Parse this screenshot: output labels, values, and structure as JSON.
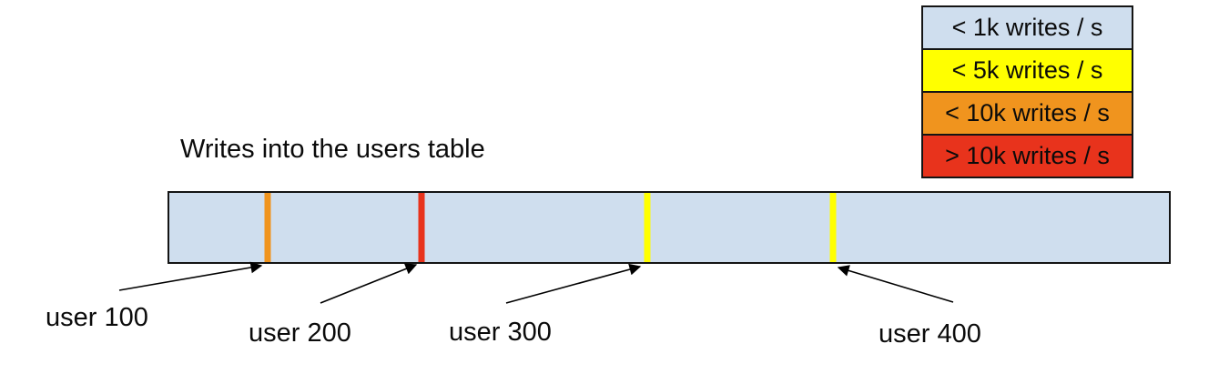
{
  "title": {
    "text": "Writes into the users table"
  },
  "legend": {
    "items": [
      {
        "label": "< 1k writes / s",
        "color": "#cfdeee"
      },
      {
        "label": "< 5k writes / s",
        "color": "#ffff00"
      },
      {
        "label": "< 10k writes / s",
        "color": "#f0941e"
      },
      {
        "label": "> 10k writes / s",
        "color": "#e8331c"
      }
    ]
  },
  "bar": {
    "fill": "#cfdeee",
    "markers": [
      {
        "user": "user 100",
        "writes_class": "< 10k writes / s",
        "color": "#f0941e",
        "position_pct": 9.8
      },
      {
        "user": "user 200",
        "writes_class": "> 10k writes / s",
        "color": "#e8331c",
        "position_pct": 25.2
      },
      {
        "user": "user 300",
        "writes_class": "< 5k writes / s",
        "color": "#ffff00",
        "position_pct": 47.8
      },
      {
        "user": "user 400",
        "writes_class": "< 5k writes / s",
        "color": "#ffff00",
        "position_pct": 66.4
      }
    ]
  }
}
